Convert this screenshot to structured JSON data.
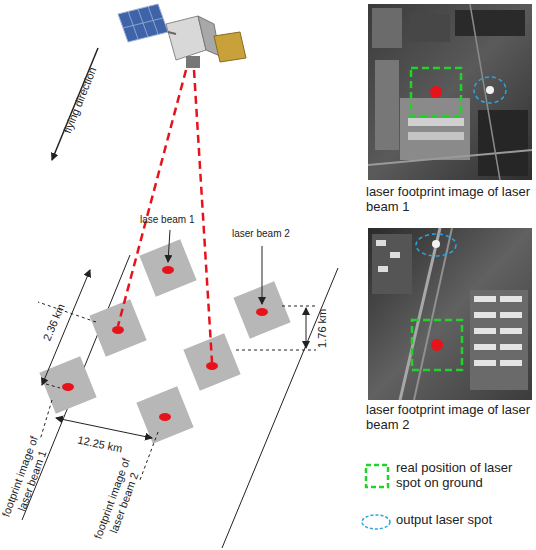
{
  "diagram": {
    "labels": [
      "flying direction",
      "lase beam 1",
      "laser beam 2",
      "2.36 km",
      "1.76 km",
      "12.25 km",
      "footprint image of laser beam 1",
      "footprint image of laser beam 2",
      "laser footprint image of laser beam 1",
      "laser footprint image of laser beam 2"
    ],
    "legend": [
      {
        "text": "real position of laser spot on ground"
      },
      {
        "text": "output laser spot"
      }
    ]
  }
}
